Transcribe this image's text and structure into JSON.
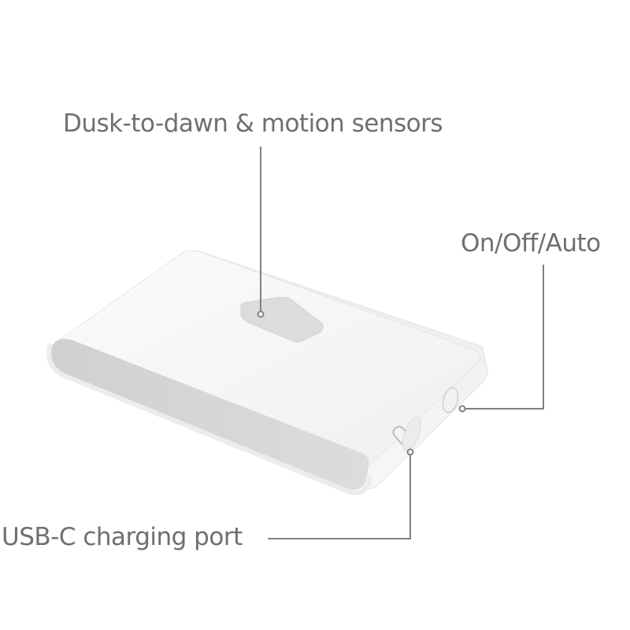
{
  "callouts": {
    "sensors": "Dusk-to-dawn & motion sensors",
    "switch": "On/Off/Auto",
    "usb": "USB-C charging port"
  },
  "colors": {
    "label_text": "#6f6f6f",
    "leader_line": "#808080",
    "device_body": "#f4f4f4",
    "device_edge": "#e2e2e2",
    "device_face_panel": "#d4d4d4"
  }
}
